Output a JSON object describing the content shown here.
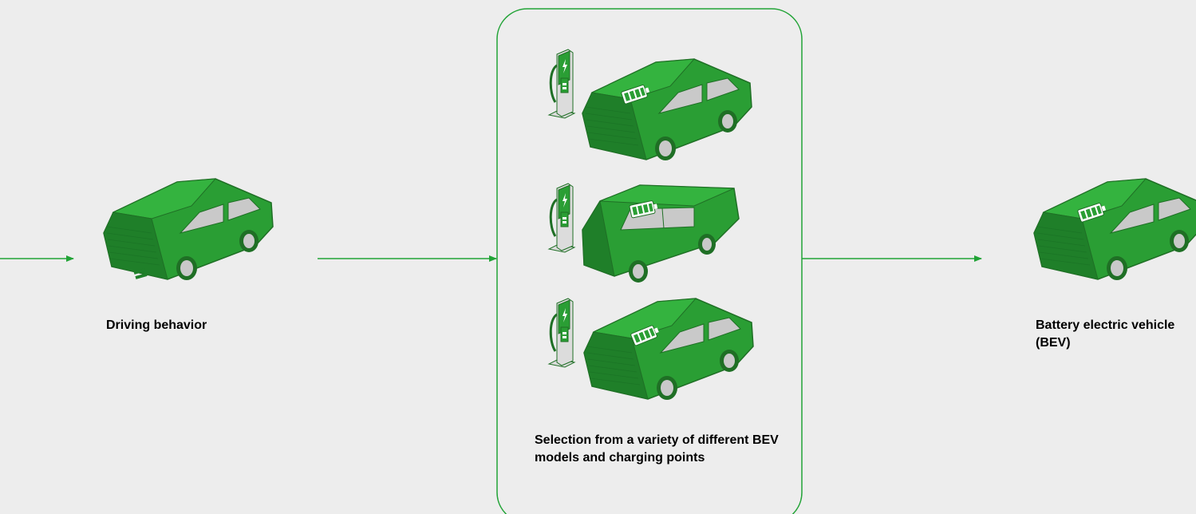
{
  "colors": {
    "background": "#ededed",
    "accent_green": "#21a336",
    "car_body": "#2a9e34",
    "car_dark": "#1f7f29",
    "car_roof": "#34b33f",
    "window": "#c9c9c9",
    "charger_body": "#2a9e34",
    "charger_base": "#dcdcdc",
    "outline": "#1f6f25",
    "label_text": "#000000"
  },
  "icons": {
    "input_car": "car-icon",
    "options": [
      "charging-station-icon",
      "car-battery-icon",
      "charging-station-icon",
      "van-battery-icon",
      "charging-station-icon",
      "hatchback-battery-icon"
    ],
    "output_car": "car-battery-icon",
    "arrow": "arrow-right-icon"
  },
  "steps": {
    "driving_behavior": "Driving behavior",
    "selection": "Selection from a variety of different BEV models and charging points",
    "bev": "Battery electric vehicle (BEV)"
  }
}
